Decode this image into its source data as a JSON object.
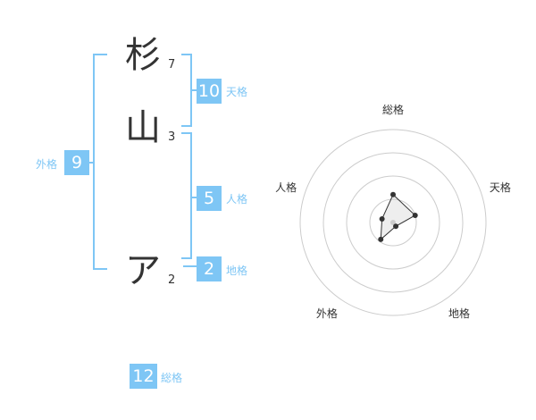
{
  "name_chars": [
    {
      "char": "杉",
      "strokes": "7"
    },
    {
      "char": "山",
      "strokes": "3"
    },
    {
      "char": "ア",
      "strokes": "2"
    }
  ],
  "kaku": {
    "tenkaku": {
      "value": "10",
      "label": "天格"
    },
    "jinkaku": {
      "value": "5",
      "label": "人格"
    },
    "chikaku": {
      "value": "2",
      "label": "地格"
    },
    "gaikaku": {
      "value": "9",
      "label": "外格"
    },
    "soukaku": {
      "value": "12",
      "label": "総格"
    }
  },
  "colors": {
    "accent": "#7ec6f5",
    "text": "#333333",
    "grid": "#cccccc"
  },
  "chart_data": {
    "type": "radar",
    "axes": [
      "総格",
      "天格",
      "地格",
      "外格",
      "人格"
    ],
    "series": [
      {
        "values": [
          12,
          10,
          2,
          9,
          5
        ]
      }
    ],
    "rings": 4,
    "max": 40
  }
}
